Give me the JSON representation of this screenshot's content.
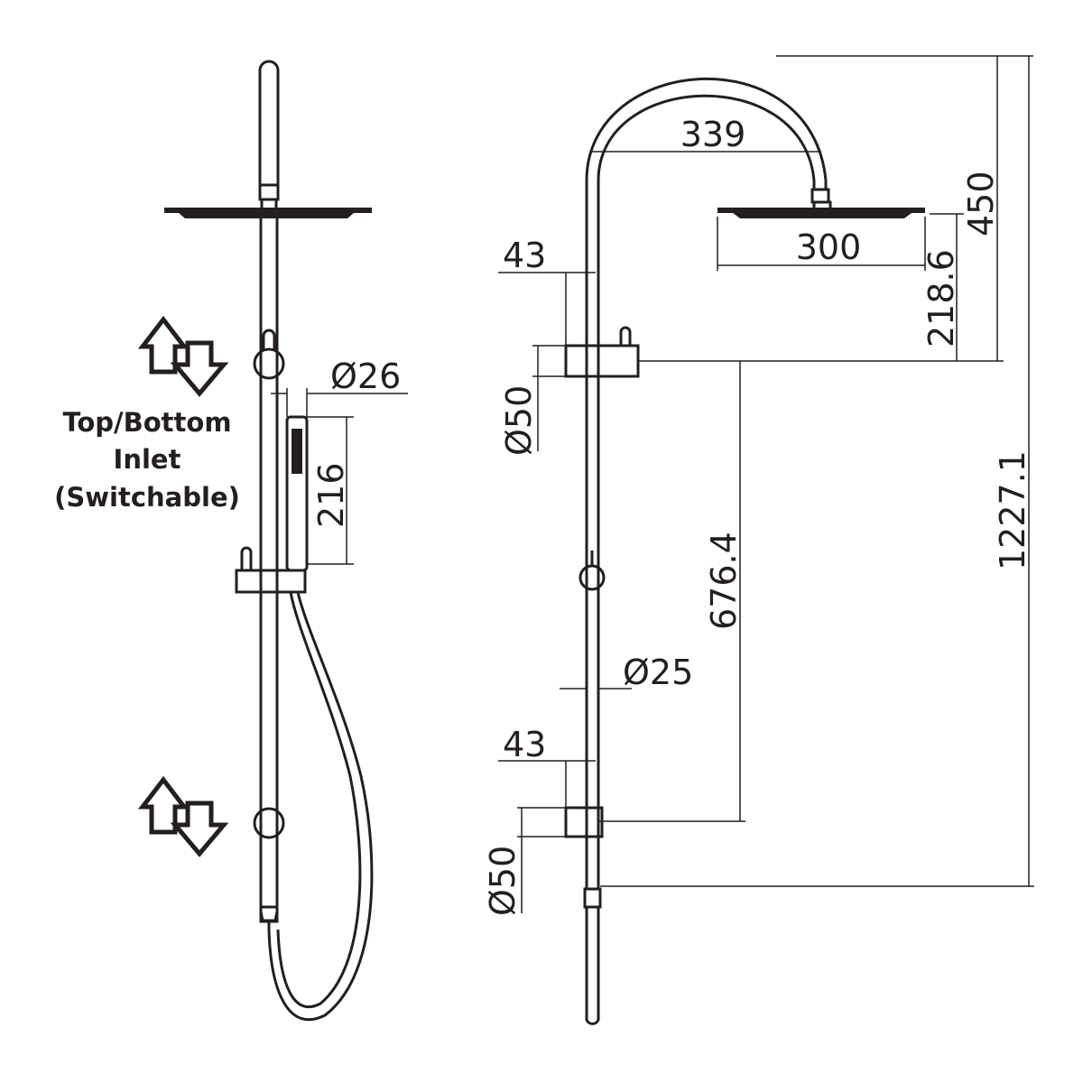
{
  "note": {
    "line1": "Top/Bottom",
    "line2": "Inlet",
    "line3": "(Switchable)"
  },
  "dimensions": {
    "handshower_diameter": "Ø26",
    "handshower_length": "216",
    "arch_width": "339",
    "head_diameter": "300",
    "arm_height": "450",
    "head_to_top_inlet": "218.6",
    "inlet_centres": "676.4",
    "overall_height": "1227.1",
    "rail_diameter": "Ø25",
    "top_inlet_projection": "43",
    "bottom_inlet_projection": "43",
    "top_inlet_diameter": "Ø50",
    "bottom_inlet_diameter": "Ø50"
  },
  "icons": [
    "swap-arrows-icon-top",
    "swap-arrows-icon-bottom"
  ]
}
